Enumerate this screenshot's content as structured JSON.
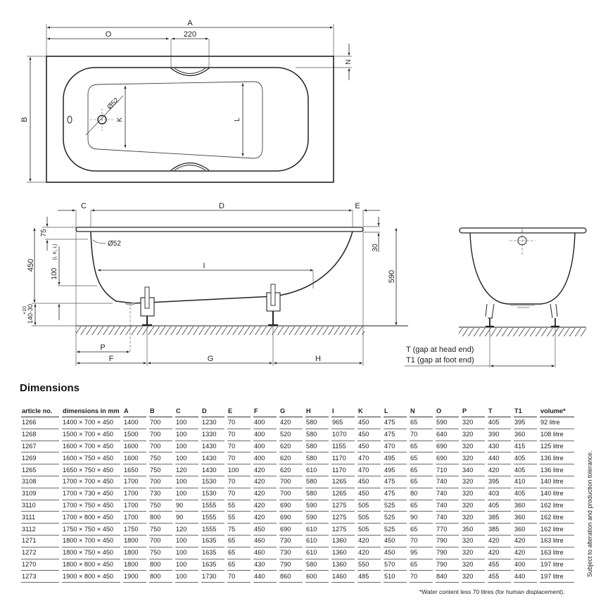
{
  "drawing": {
    "top_view": {
      "labels": {
        "A": "A",
        "O": "O",
        "dim_220": "220",
        "N": "N",
        "B": "B",
        "K": "K",
        "L": "L",
        "drain": "Ø52"
      }
    },
    "side_view": {
      "labels": {
        "C": "C",
        "D": "D",
        "E": "E",
        "dim_75": "75",
        "drain": "Ø52",
        "dim_450": "450",
        "dim_100": "100",
        "dim_100_note": "(I, K, L)",
        "I": "I",
        "dim_30": "30",
        "dim_590": "590",
        "tol_plus": "+10",
        "tol_minus": "140-30",
        "P": "P",
        "F": "F",
        "G": "G",
        "H": "H"
      }
    },
    "end_view": {
      "legend": [
        "T (gap at head end)",
        "T1 (gap at foot end)"
      ]
    }
  },
  "dimensions": {
    "title": "Dimensions",
    "columns": [
      "article no.",
      "dimensions in mm",
      "A",
      "B",
      "C",
      "D",
      "E",
      "F",
      "G",
      "H",
      "I",
      "K",
      "L",
      "N",
      "O",
      "P",
      "T",
      "T1",
      "volume*"
    ],
    "rows": [
      [
        "1266",
        "1400 × 700 × 450",
        "1400",
        "700",
        "100",
        "1230",
        "70",
        "400",
        "420",
        "580",
        "965",
        "450",
        "475",
        "65",
        "590",
        "320",
        "405",
        "395",
        "92 litre"
      ],
      [
        "1268",
        "1500 × 700 × 450",
        "1500",
        "700",
        "100",
        "1330",
        "70",
        "400",
        "520",
        "580",
        "1070",
        "450",
        "475",
        "70",
        "640",
        "320",
        "390",
        "360",
        "108 litre"
      ],
      [
        "1267",
        "1600 × 700 × 450",
        "1600",
        "700",
        "100",
        "1430",
        "70",
        "400",
        "620",
        "580",
        "1155",
        "450",
        "470",
        "65",
        "690",
        "320",
        "430",
        "415",
        "125 litre"
      ],
      [
        "1269",
        "1600 × 750 × 450",
        "1600",
        "750",
        "100",
        "1430",
        "70",
        "400",
        "620",
        "580",
        "1170",
        "470",
        "495",
        "65",
        "690",
        "320",
        "440",
        "405",
        "136 litre"
      ],
      [
        "1265",
        "1650 × 750 × 450",
        "1650",
        "750",
        "120",
        "1430",
        "100",
        "420",
        "620",
        "610",
        "1170",
        "470",
        "495",
        "65",
        "710",
        "340",
        "420",
        "405",
        "136 litre"
      ],
      [
        "3108",
        "1700 × 700 × 450",
        "1700",
        "700",
        "100",
        "1530",
        "70",
        "420",
        "700",
        "580",
        "1265",
        "450",
        "475",
        "65",
        "740",
        "320",
        "395",
        "410",
        "140 litre"
      ],
      [
        "3109",
        "1700 × 730 × 450",
        "1700",
        "730",
        "100",
        "1530",
        "70",
        "420",
        "700",
        "580",
        "1265",
        "450",
        "475",
        "80",
        "740",
        "320",
        "403",
        "405",
        "140 litre"
      ],
      [
        "3110",
        "1700 × 750 × 450",
        "1700",
        "750",
        "90",
        "1555",
        "55",
        "420",
        "690",
        "590",
        "1275",
        "505",
        "525",
        "65",
        "740",
        "320",
        "405",
        "360",
        "162 litre"
      ],
      [
        "3111",
        "1700 × 800 × 450",
        "1700",
        "800",
        "90",
        "1555",
        "55",
        "420",
        "690",
        "590",
        "1275",
        "505",
        "525",
        "90",
        "740",
        "320",
        "385",
        "360",
        "162 litre"
      ],
      [
        "3112",
        "1750 × 750 × 450",
        "1750",
        "750",
        "120",
        "1555",
        "75",
        "450",
        "690",
        "610",
        "1275",
        "505",
        "525",
        "65",
        "770",
        "350",
        "385",
        "360",
        "162 litre"
      ],
      [
        "1271",
        "1800 × 700 × 450",
        "1800",
        "700",
        "100",
        "1635",
        "65",
        "460",
        "730",
        "610",
        "1360",
        "420",
        "450",
        "70",
        "790",
        "320",
        "420",
        "420",
        "163 litre"
      ],
      [
        "1272",
        "1800 × 750 × 450",
        "1800",
        "750",
        "100",
        "1635",
        "65",
        "460",
        "730",
        "610",
        "1360",
        "420",
        "450",
        "95",
        "790",
        "320",
        "420",
        "420",
        "163 litre"
      ],
      [
        "1270",
        "1800 × 800 × 450",
        "1800",
        "800",
        "100",
        "1635",
        "65",
        "430",
        "790",
        "580",
        "1360",
        "550",
        "570",
        "65",
        "790",
        "320",
        "455",
        "400",
        "197 litre"
      ],
      [
        "1273",
        "1900 × 800 × 450",
        "1900",
        "800",
        "100",
        "1730",
        "70",
        "440",
        "860",
        "600",
        "1460",
        "485",
        "510",
        "70",
        "840",
        "320",
        "455",
        "440",
        "197 litre"
      ]
    ],
    "footnote": "*Water content less 70 litres (for human displacement).",
    "side_note": "Subject to alteration and production tolerance."
  }
}
